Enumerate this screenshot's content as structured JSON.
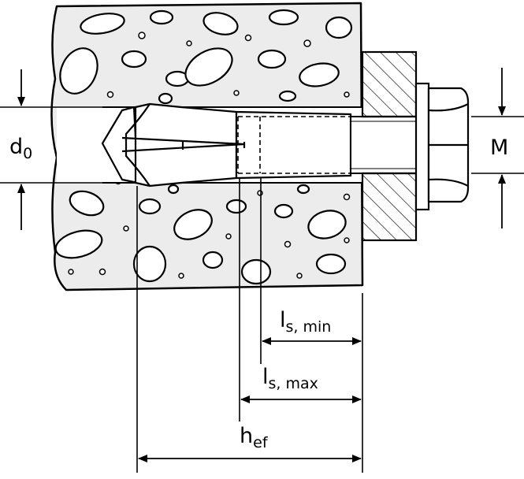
{
  "labels": {
    "d0": {
      "main": "d",
      "sub": "0"
    },
    "m": {
      "main": "M"
    },
    "ls_min": {
      "main": "l",
      "sub": "s, min"
    },
    "ls_max": {
      "main": "l",
      "sub": "s, max"
    },
    "hef": {
      "main": "h",
      "sub": "ef"
    }
  },
  "colors": {
    "line": "#000000",
    "concrete": "#ececec",
    "background": "#ffffff"
  }
}
